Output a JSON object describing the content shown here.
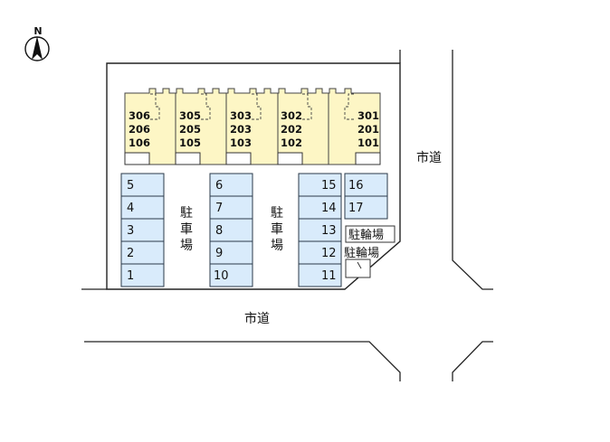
{
  "compass": {
    "label": "N",
    "icon": "north-arrow-icon"
  },
  "buildings": [
    {
      "rooms": [
        "306",
        "206",
        "106"
      ]
    },
    {
      "rooms": [
        "305",
        "205",
        "105"
      ]
    },
    {
      "rooms": [
        "303",
        "203",
        "103"
      ]
    },
    {
      "rooms": [
        "302",
        "202",
        "102"
      ]
    },
    {
      "rooms": [
        "301",
        "201",
        "101"
      ]
    }
  ],
  "parking": {
    "label": "駐\n車\n場",
    "spaces": [
      "1",
      "2",
      "3",
      "4",
      "5",
      "6",
      "7",
      "8",
      "9",
      "10",
      "11",
      "12",
      "13",
      "14",
      "15",
      "16",
      "17"
    ]
  },
  "bicycle_parking": {
    "label": "駐輪場"
  },
  "roads": {
    "east_label": "市道",
    "south_label": "市道"
  },
  "colors": {
    "building": "#fdf6c5",
    "parking_space": "#d9ebfb"
  }
}
